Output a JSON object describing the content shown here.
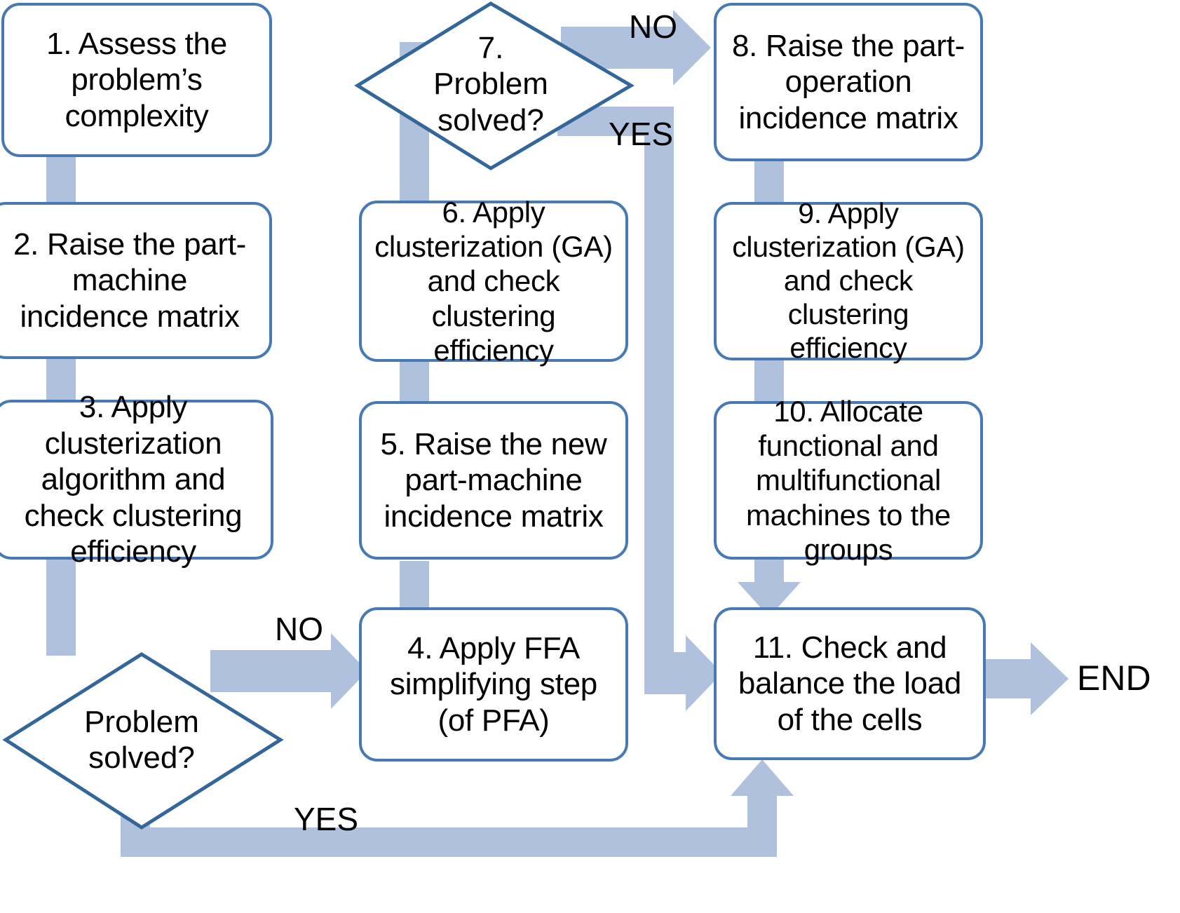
{
  "diagram": {
    "title": "Cellular manufacturing design flowchart",
    "colors": {
      "node_border": "#4779b5",
      "node_fill": "#ffffff",
      "connector": "#b0c1dd",
      "text": "#000000",
      "background": "#ffffff"
    },
    "nodes": [
      {
        "id": "n1",
        "shape": "process",
        "lines": [
          "1. Assess the",
          "problem’s",
          "complexity"
        ],
        "text": "1. Assess the problem’s complexity"
      },
      {
        "id": "n2",
        "shape": "process",
        "lines": [
          "2. Raise the part-",
          "machine",
          "incidence matrix"
        ],
        "text": "2. Raise the part-machine incidence matrix"
      },
      {
        "id": "n3",
        "shape": "process",
        "lines": [
          "3. Apply",
          "clusterization",
          "algorithm and",
          "check clustering",
          "efficiency"
        ],
        "text": "3. Apply clusterization algorithm and check clustering efficiency"
      },
      {
        "id": "d1",
        "shape": "decision",
        "lines": [
          "Problem",
          "solved?"
        ],
        "text": "Problem solved?"
      },
      {
        "id": "n4",
        "shape": "process",
        "lines": [
          "4. Apply FFA",
          "simplifying step",
          "(of PFA)"
        ],
        "text": "4. Apply FFA simplifying step (of PFA)"
      },
      {
        "id": "n5",
        "shape": "process",
        "lines": [
          "5. Raise the new",
          "part-machine",
          "incidence matrix"
        ],
        "text": "5. Raise the new part-machine incidence matrix"
      },
      {
        "id": "n6",
        "shape": "process",
        "lines": [
          "6. Apply",
          "clusterization (GA)",
          "and check",
          "clustering",
          "efficiency"
        ],
        "text": "6. Apply clusterization (GA) and check clustering efficiency"
      },
      {
        "id": "d2",
        "shape": "decision",
        "lines": [
          "7.",
          "Problem",
          "solved?"
        ],
        "text": "7. Problem solved?"
      },
      {
        "id": "n8",
        "shape": "process",
        "lines": [
          "8. Raise the part-",
          "operation",
          "incidence matrix"
        ],
        "text": "8. Raise the part-operation incidence matrix"
      },
      {
        "id": "n9",
        "shape": "process",
        "lines": [
          "9. Apply",
          "clusterization (GA)",
          "and check clustering",
          "efficiency"
        ],
        "text": "9. Apply clusterization (GA) and check clustering efficiency"
      },
      {
        "id": "n10",
        "shape": "process",
        "lines": [
          "10. Allocate",
          "functional and",
          "multifunctional",
          "machines to the",
          "groups"
        ],
        "text": "10. Allocate functional and multifunctional machines to the groups"
      },
      {
        "id": "n11",
        "shape": "process",
        "lines": [
          "11. Check and",
          "balance the load",
          "of the cells"
        ],
        "text": "11. Check and balance the load of the cells"
      }
    ],
    "edge_labels": {
      "no_from_d1": "NO",
      "yes_from_d1": "YES",
      "no_from_d2": "NO",
      "yes_from_d2": "YES"
    },
    "terminator": {
      "end": "END"
    },
    "edges": [
      {
        "from": "n1",
        "to": "n2",
        "label": ""
      },
      {
        "from": "n2",
        "to": "n3",
        "label": ""
      },
      {
        "from": "n3",
        "to": "d1",
        "label": ""
      },
      {
        "from": "d1",
        "to": "n4",
        "label": "NO"
      },
      {
        "from": "d1",
        "to": "n11",
        "label": "YES"
      },
      {
        "from": "n4",
        "to": "n5",
        "label": ""
      },
      {
        "from": "n5",
        "to": "n6",
        "label": ""
      },
      {
        "from": "n6",
        "to": "d2",
        "label": ""
      },
      {
        "from": "d2",
        "to": "n8",
        "label": "NO"
      },
      {
        "from": "d2",
        "to": "n11",
        "label": "YES"
      },
      {
        "from": "n8",
        "to": "n9",
        "label": ""
      },
      {
        "from": "n9",
        "to": "n10",
        "label": ""
      },
      {
        "from": "n10",
        "to": "n11",
        "label": ""
      },
      {
        "from": "n11",
        "to": "END",
        "label": ""
      }
    ]
  }
}
